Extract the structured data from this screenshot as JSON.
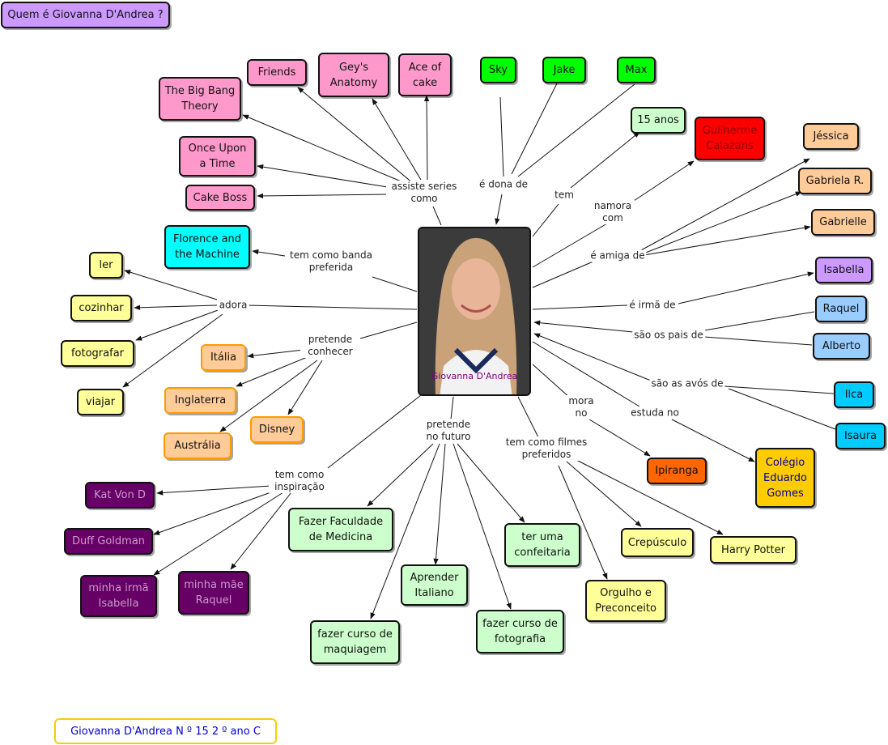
{
  "title": "Quem é Giovanna D'Andrea ?",
  "footer": "Giovanna D'Andrea  N º 15    2 º ano C",
  "center": {
    "caption": "Giovanna D'Andrea"
  },
  "nodes": {
    "tbbt": "The Big Bang Theory",
    "friends": "Friends",
    "greys": "Gey's Anatomy",
    "aceofcake": "Ace of cake",
    "ouat": "Once Upon a Time",
    "cakeboss": "Cake Boss",
    "sky": "Sky",
    "jake": "Jake",
    "max": "Max",
    "anos": "15 anos",
    "guilherme": "Guilherme Calazans",
    "jessica": "Jéssica",
    "gabrielar": "Gabriela R.",
    "gabrielle": "Gabrielle",
    "isabella": "Isabella",
    "raquel": "Raquel",
    "alberto": "Alberto",
    "ilca": "Ilca",
    "isaura": "Isaura",
    "florence": "Florence and the Machine",
    "ler": "ler",
    "cozinhar": "cozinhar",
    "fotografar": "fotografar",
    "viajar": "viajar",
    "italia": "Itália",
    "inglaterra": "Inglaterra",
    "disney": "Disney",
    "australia": "Austrália",
    "ipiranga": "Ipiranga",
    "colegio": "Colégio Eduardo Gomes",
    "katvond": "Kat Von D",
    "duff": "Duff Goldman",
    "irma": "minha irmã Isabella",
    "mae": "minha mãe Raquel",
    "medicina": "Fazer Faculdade de Medicina",
    "italiano": "Aprender Italiano",
    "maquiagem": "fazer curso de maquiagem",
    "confeitaria": "ter uma confeitaria",
    "fotografia": "fazer curso de fotografia",
    "crepusculo": "Crepúsculo",
    "harrypotter": "Harry Potter",
    "orgulho": "Orgulho e Preconceito"
  },
  "labels": {
    "assiste": "assiste series como",
    "dona": "é dona de",
    "tem": "tem",
    "namora": "namora com",
    "amiga": "é amiga de",
    "irma_de": "é irmã de",
    "pais": "são os pais de",
    "avos": "são as avós de",
    "banda": "tem como banda preferida",
    "adora": "adora",
    "conhecer": "pretende conhecer",
    "mora": "mora no",
    "estuda": "estuda no",
    "inspiracao": "tem como inspiração",
    "futuro": "pretende no futuro",
    "filmes": "tem como filmes preferidos"
  },
  "colors": {
    "pink": "#ff99cc",
    "green": "#00ff00",
    "mint": "#ccffcc",
    "red": "#ff0000",
    "peach": "#ffcc99",
    "lavender": "#cc99ff",
    "light_blue": "#99ccff",
    "cyan": "#00ccff",
    "aqua": "#00ffff",
    "yellow": "#ffff99",
    "orange": "#ff6600",
    "gold": "#ffcc00",
    "purple": "#660066"
  }
}
